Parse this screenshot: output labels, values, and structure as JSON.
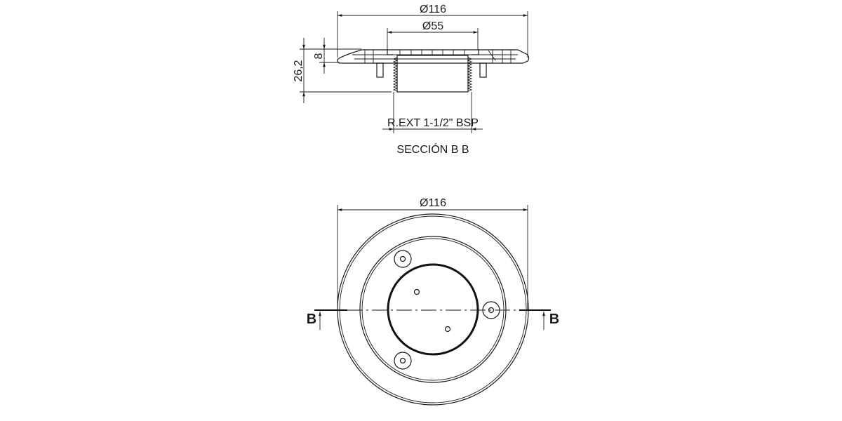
{
  "section_view": {
    "dim_outer_diameter": "Ø116",
    "dim_inner_diameter": "Ø55",
    "dim_total_height": "26,2",
    "dim_flange_height": "8",
    "dim_thread": "R.EXT 1-1/2\" BSP",
    "title": "SECCIÓN B B"
  },
  "top_view": {
    "dim_outer_diameter": "Ø116",
    "section_mark_left": "B",
    "section_mark_right": "B"
  }
}
